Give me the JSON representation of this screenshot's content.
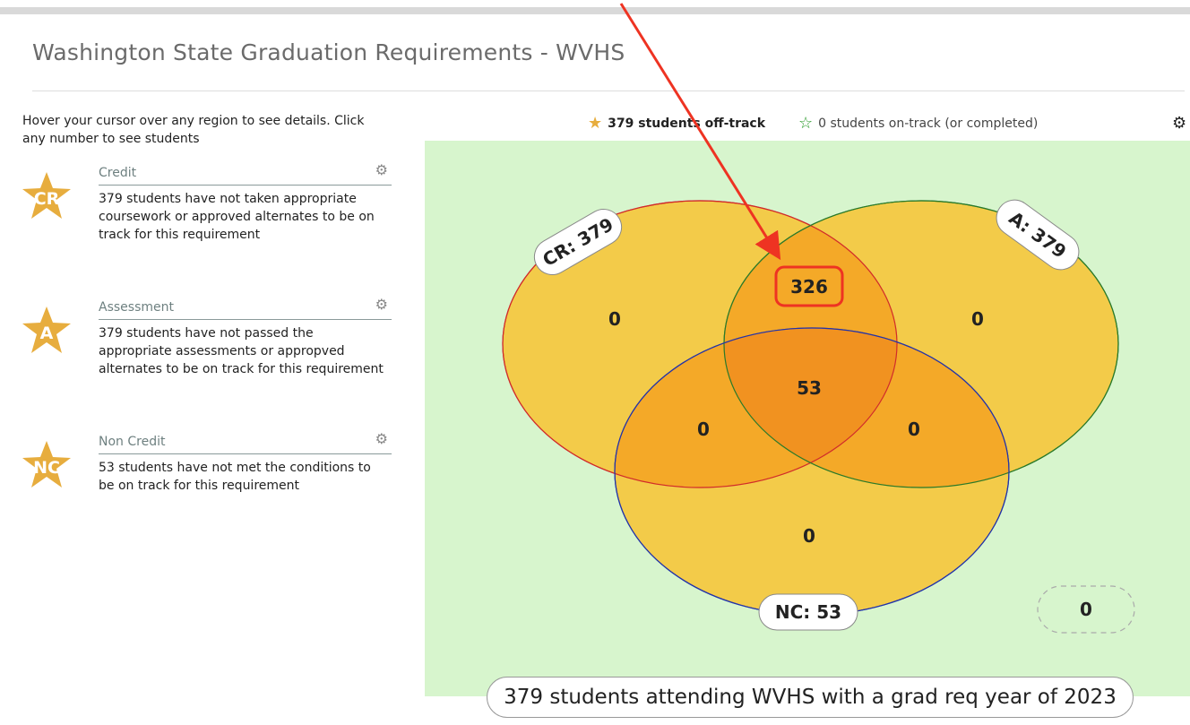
{
  "page": {
    "title": "Washington State Graduation Requirements - WVHS"
  },
  "instructions": "Hover your cursor over any region to see details. Click any number to see students",
  "requirements": [
    {
      "abbr": "CR",
      "name": "Credit",
      "description": "379 students have not taken appropriate coursework or approved alternates to be on track for this requirement"
    },
    {
      "abbr": "A",
      "name": "Assessment",
      "description": "379 students have not passed the appropriate assessments or appropved alternates to be on track for this requirement"
    },
    {
      "abbr": "NC",
      "name": "Non Credit",
      "description": "53 students have not met the conditions to be on track for this requirement"
    }
  ],
  "legend": {
    "off_track": "379 students off-track",
    "on_track": "0 students on-track (or completed)"
  },
  "venn": {
    "sets": {
      "cr": "CR: 379",
      "a": "A: 379",
      "nc": "NC: 53"
    },
    "regions": {
      "cr_only": "0",
      "a_only": "0",
      "nc_only": "0",
      "cr_a": "326",
      "cr_nc": "0",
      "a_nc": "0",
      "all": "53",
      "none": "0"
    }
  },
  "footer": "379 students attending WVHS with a grad req year of 2023",
  "colors": {
    "star": "#e7ad3e",
    "panel": "#d7f5cd",
    "circle_fill": "#f9c22c",
    "cr_stroke": "#d12b2b",
    "a_stroke": "#2a7a2a",
    "nc_stroke": "#2233aa",
    "annotation": "#ee3322"
  },
  "icons": [
    "star-icon",
    "gear-icon",
    "star-outline-icon",
    "arrow-annotation"
  ]
}
